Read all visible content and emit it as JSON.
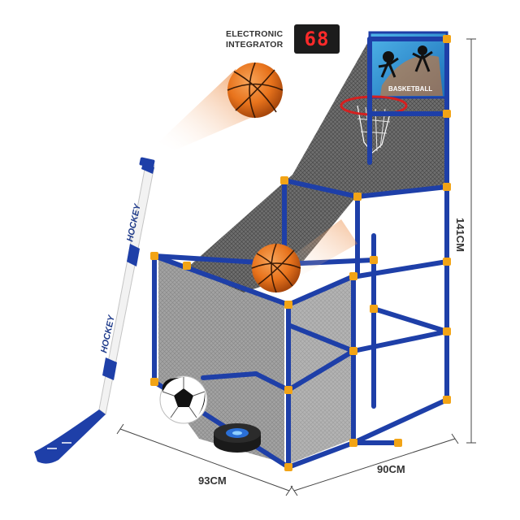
{
  "scoreboard": {
    "label_line1": "ELECTRONIC",
    "label_line2": "INTEGRATOR",
    "score": "68"
  },
  "dimensions": {
    "height": "141CM",
    "depth": "93CM",
    "width": "90CM"
  },
  "stick": {
    "brand_top": "HOCKEY",
    "brand_bottom": "HOCKEY"
  },
  "backboard": {
    "text": "BASKETBALL"
  },
  "colors": {
    "frame_blue": "#1e3fa8",
    "joint_orange": "#f2a416",
    "ball_orange": "#e8731c",
    "net_gray": "#3a3a3a",
    "rim_red": "#d42020"
  }
}
